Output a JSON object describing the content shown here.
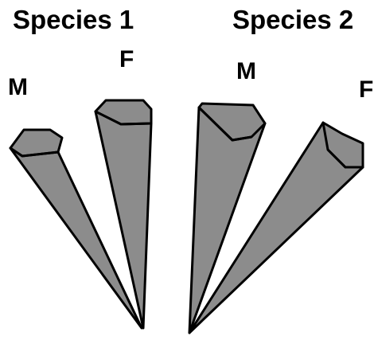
{
  "species": [
    {
      "label": "Species 1",
      "sexes": [
        {
          "label": "M"
        },
        {
          "label": "F"
        }
      ]
    },
    {
      "label": "Species 2",
      "sexes": [
        {
          "label": "M"
        },
        {
          "label": "F"
        }
      ]
    }
  ],
  "colors": {
    "cone_fill": "#8c8c8c",
    "cone_outline": "#000000",
    "background": "#ffffff"
  }
}
